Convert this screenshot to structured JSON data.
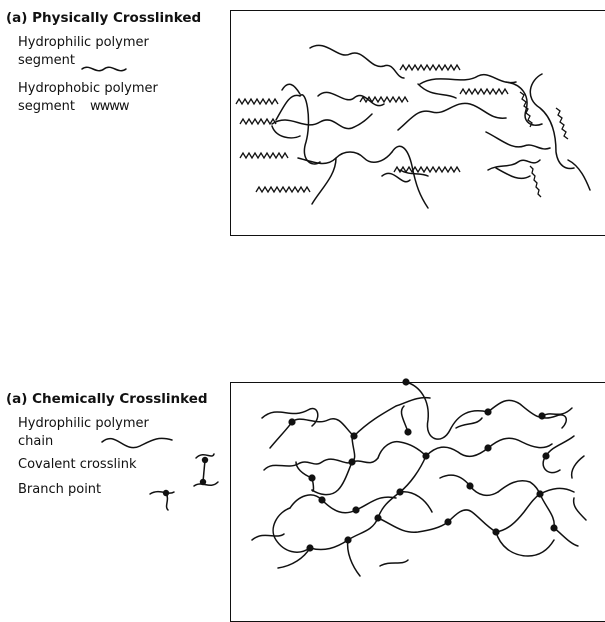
{
  "physical": {
    "title": "(a) Physically Crosslinked",
    "legend": {
      "hydrophilic_line1": "Hydrophilic polymer",
      "hydrophilic_line2": "segment",
      "hydrophobic_line1": "Hydrophobic polymer",
      "hydrophobic_line2": "segment",
      "hydrophobic_glyph": "wwww"
    }
  },
  "chemical": {
    "title": "(a) Chemically Crosslinked",
    "legend": {
      "chain_line1": "Hydrophilic polymer",
      "chain_line2": "chain",
      "crosslink": "Covalent crosslink",
      "branch": "Branch point"
    }
  }
}
